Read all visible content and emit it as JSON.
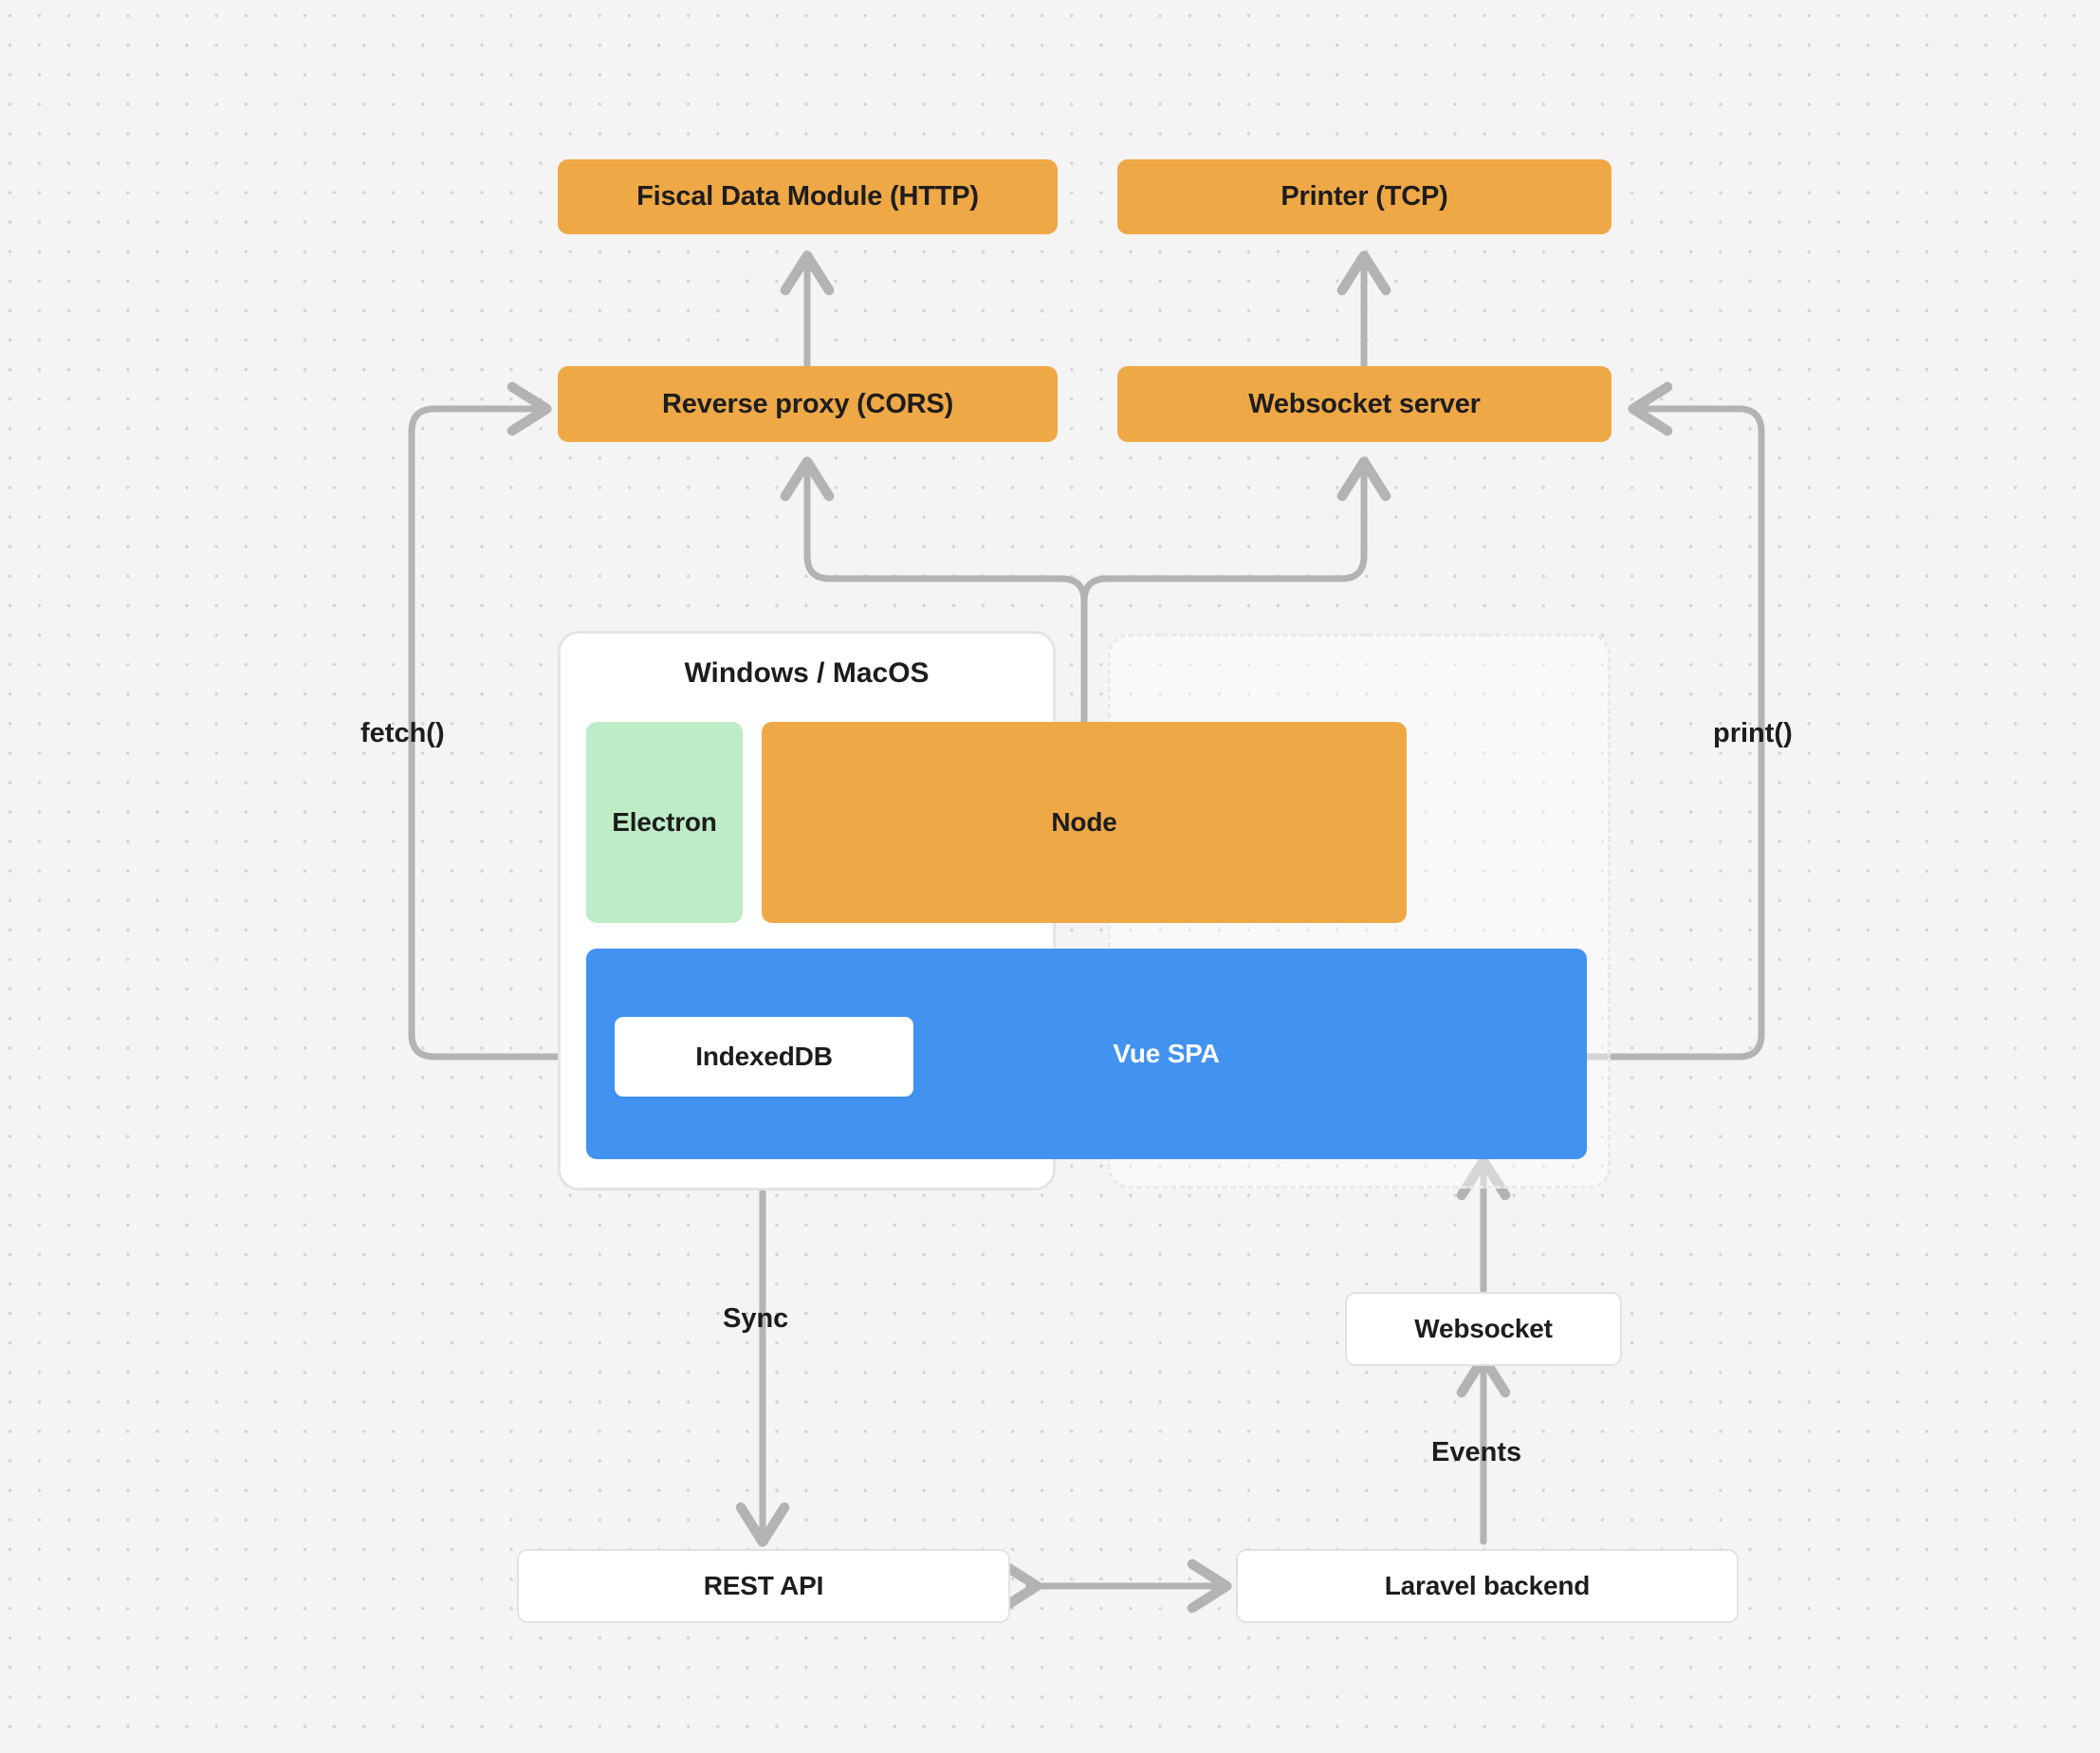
{
  "diagram": {
    "title": "Application architecture diagram",
    "background_color": "#f4f4f4",
    "grid": "dot-grid",
    "colors": {
      "orange": "#efa846",
      "green": "#bdecc7",
      "blue": "#4292f0",
      "white": "#ffffff",
      "connector": "#b3b3b3",
      "text": "#1d1d1d"
    }
  },
  "nodes": {
    "fiscal_data_module": "Fiscal Data Module (HTTP)",
    "printer": "Printer (TCP)",
    "reverse_proxy": "Reverse proxy (CORS)",
    "websocket_server": "Websocket server",
    "os_shell_title": "Windows / MacOS",
    "electron": "Electron",
    "node": "Node",
    "indexeddb": "IndexedDB",
    "vue_spa": "Vue SPA",
    "websocket": "Websocket",
    "rest_api": "REST API",
    "laravel_backend": "Laravel backend"
  },
  "edge_labels": {
    "fetch": "fetch()",
    "print": "print()",
    "sync": "Sync",
    "events": "Events"
  }
}
